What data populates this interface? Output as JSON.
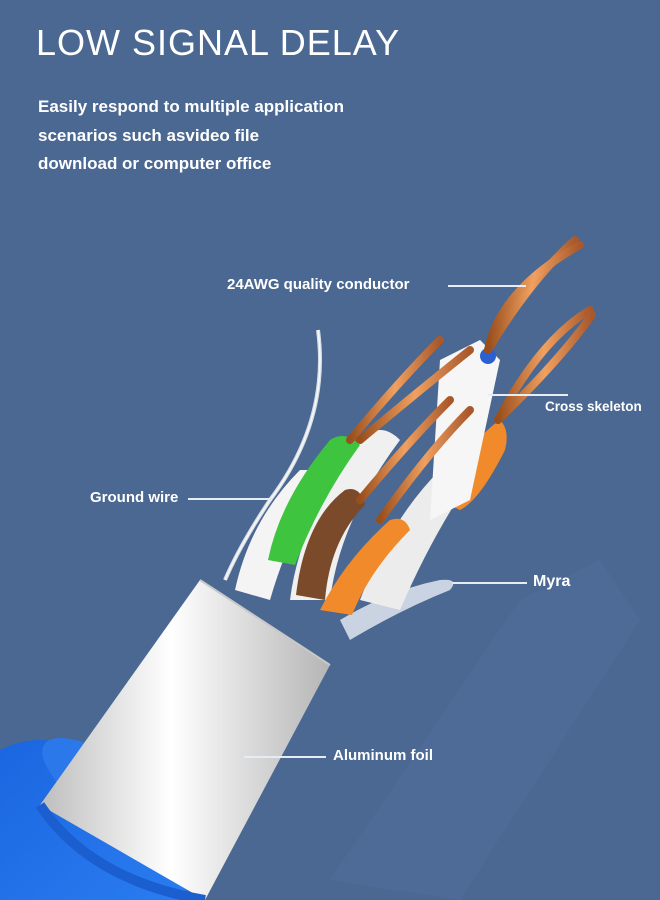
{
  "headline": "LOW SIGNAL DELAY",
  "description": [
    "Easily respond to multiple application",
    "scenarios such asvideo file",
    "download or computer office"
  ],
  "callouts": {
    "conductor": "24AWG quality conductor",
    "cross_skeleton": "Cross skeleton",
    "ground_wire": "Ground wire",
    "myra": "Myra",
    "aluminum_foil": "Aluminum foil"
  },
  "colors": {
    "background": "#4a6891",
    "jacket_blue": "#1f6fe0",
    "foil": "#d9d9d9",
    "copper": "#c8763a",
    "green": "#3ec43e",
    "brown": "#7a4a2a",
    "orange": "#f08a2a"
  }
}
